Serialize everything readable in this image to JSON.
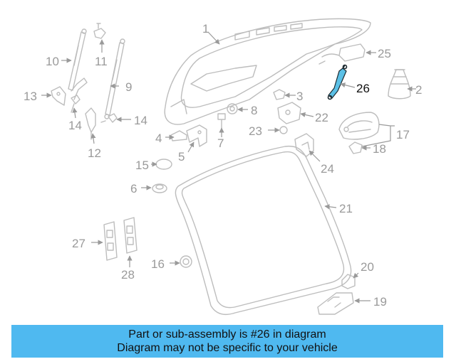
{
  "callouts": {
    "n1": "1",
    "n2": "2",
    "n3": "3",
    "n4": "4",
    "n5": "5",
    "n6": "6",
    "n7": "7",
    "n8": "8",
    "n9": "9",
    "n10": "10",
    "n11": "11",
    "n12": "12",
    "n13": "13",
    "n14a": "14",
    "n14b": "14",
    "n15": "15",
    "n16": "16",
    "n17": "17",
    "n18": "18",
    "n19": "19",
    "n20": "20",
    "n21": "21",
    "n22": "22",
    "n23": "23",
    "n24": "24",
    "n25": "25",
    "n26": "26",
    "n27": "27",
    "n28": "28"
  },
  "banner": {
    "line1": "Part or sub-assembly is #26 in diagram",
    "line2": "Diagram may not be specific to your vehicle"
  },
  "colors": {
    "banner_bg": "#4fb9f0",
    "highlight_part": "#5bc0e6",
    "line_art": "#bdbdbd",
    "label_gray": "#9a9a9a"
  }
}
